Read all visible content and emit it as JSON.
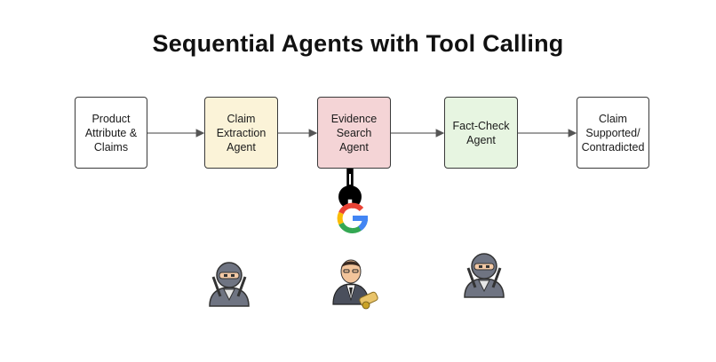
{
  "diagram": {
    "title": "Sequential Agents with Tool Calling",
    "nodes": [
      {
        "id": "input",
        "label": "Product\nAttribute &\nClaims"
      },
      {
        "id": "claim",
        "label": "Claim\nExtraction\nAgent"
      },
      {
        "id": "search",
        "label": "Evidence\nSearch Agent"
      },
      {
        "id": "fact",
        "label": "Fact-Check\nAgent"
      },
      {
        "id": "output",
        "label": "Claim\nSupported/\nContradicted"
      }
    ],
    "edges": [
      {
        "from": "input",
        "to": "claim"
      },
      {
        "from": "claim",
        "to": "search"
      },
      {
        "from": "search",
        "to": "fact"
      },
      {
        "from": "fact",
        "to": "output"
      }
    ],
    "tool": {
      "attached_to": "search",
      "icon": "wrench-icon",
      "logo": "google-logo-icon"
    },
    "figures": [
      {
        "icon": "ninja-agent-icon"
      },
      {
        "icon": "businessman-agent-icon"
      },
      {
        "icon": "ninja-agent-icon"
      }
    ],
    "colors": {
      "claim": "#fbf3d8",
      "search": "#f4d4d6",
      "fact": "#e7f5e1",
      "google_blue": "#4285F4",
      "google_red": "#EA4335",
      "google_yellow": "#FBBC05",
      "google_green": "#34A853"
    }
  }
}
